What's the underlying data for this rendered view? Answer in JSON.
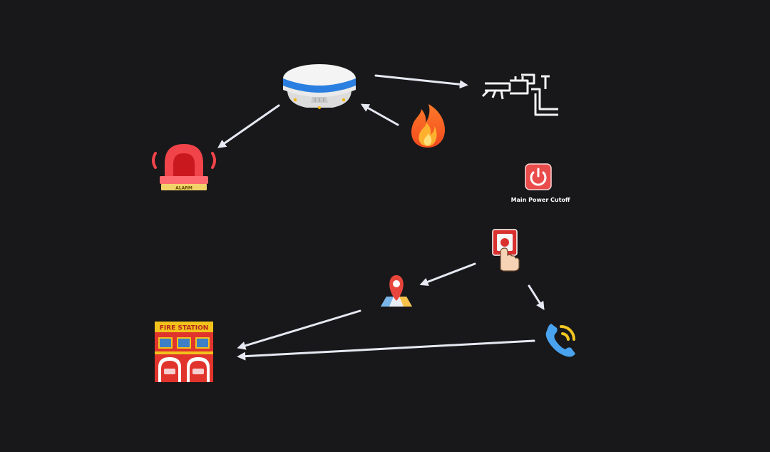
{
  "diagram": {
    "background": "#18181a",
    "edge_color": "#e6e9f2",
    "nodes": [
      {
        "id": "smoke-detector",
        "icon": "smoke-detector-icon"
      },
      {
        "id": "fire",
        "icon": "fire-icon"
      },
      {
        "id": "alarm-siren",
        "icon": "siren-icon",
        "label": "ALARM"
      },
      {
        "id": "sprinkler-pipes",
        "icon": "pipe-valve-icon"
      },
      {
        "id": "power-button",
        "icon": "power-button-icon",
        "label": "Main Power Cutoff"
      },
      {
        "id": "manual-call-point",
        "icon": "hand-press-button-icon"
      },
      {
        "id": "location-pin",
        "icon": "map-pin-icon"
      },
      {
        "id": "phone-call",
        "icon": "phone-call-icon"
      },
      {
        "id": "fire-station",
        "icon": "fire-station-icon",
        "label": "FIRE STATION"
      }
    ],
    "edges": [
      {
        "from": "smoke-detector",
        "to": "sprinkler-pipes"
      },
      {
        "from": "fire",
        "to": "smoke-detector"
      },
      {
        "from": "smoke-detector",
        "to": "alarm-siren"
      },
      {
        "from": "manual-call-point",
        "to": "location-pin"
      },
      {
        "from": "manual-call-point",
        "to": "phone-call"
      },
      {
        "from": "location-pin",
        "to": "fire-station"
      },
      {
        "from": "phone-call",
        "to": "fire-station"
      }
    ]
  }
}
